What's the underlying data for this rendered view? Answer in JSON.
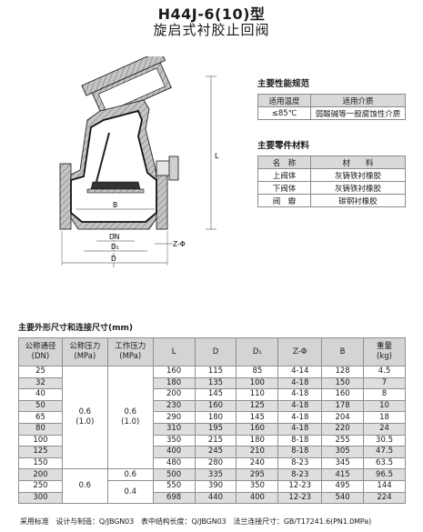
{
  "title": {
    "model": "H44J-6(10)型",
    "name": "旋启式衬胶止回阀"
  },
  "drawing": {
    "label_L": "L",
    "label_B": "B",
    "label_DN": "DN",
    "label_D1": "D₁",
    "label_D": "D",
    "label_ZPhi": "Z-Φ"
  },
  "performance": {
    "heading": "主要性能规范",
    "headers": [
      "适用温度",
      "适用介质"
    ],
    "row": [
      "≤85℃",
      "弱酸碱等一般腐蚀性介质"
    ]
  },
  "parts": {
    "heading": "主要零件材料",
    "headers": [
      "名　称",
      "材　　料"
    ],
    "rows": [
      [
        "上阀体",
        "灰铸铁衬橡胶"
      ],
      [
        "下阀体",
        "灰铸铁衬橡胶"
      ],
      [
        "阀　瓣",
        "碳钢衬橡胶"
      ]
    ]
  },
  "dimensions": {
    "heading": "主要外形尺寸和连接尺寸(mm)",
    "headers": {
      "dn": [
        "公称通径",
        "(DN)"
      ],
      "pn": [
        "公称压力",
        "(MPa)"
      ],
      "wp": [
        "工作压力",
        "(MPa)"
      ],
      "L": "L",
      "D": "D",
      "D1": "D₁",
      "Z": "Z-Φ",
      "B": "B",
      "weight": [
        "重量",
        "(kg)"
      ]
    },
    "pressure_groups": {
      "pn_a": [
        "0.6",
        "(1.0)"
      ],
      "wp_a": [
        "0.6",
        "(1.0)"
      ],
      "pn_b": "0.6",
      "wp_b": "0.6",
      "wp_c": "0.4"
    },
    "rows": [
      [
        "25",
        "160",
        "115",
        "85",
        "4-14",
        "128",
        "4.5"
      ],
      [
        "32",
        "180",
        "135",
        "100",
        "4-18",
        "150",
        "7"
      ],
      [
        "40",
        "200",
        "145",
        "110",
        "4-18",
        "160",
        "8"
      ],
      [
        "50",
        "230",
        "160",
        "125",
        "4-18",
        "178",
        "10"
      ],
      [
        "65",
        "290",
        "180",
        "145",
        "4-18",
        "204",
        "18"
      ],
      [
        "80",
        "310",
        "195",
        "160",
        "4-18",
        "220",
        "24"
      ],
      [
        "100",
        "350",
        "215",
        "180",
        "8-18",
        "255",
        "30.5"
      ],
      [
        "125",
        "400",
        "245",
        "210",
        "8-18",
        "305",
        "47.5"
      ],
      [
        "150",
        "480",
        "280",
        "240",
        "8-23",
        "345",
        "63.5"
      ],
      [
        "200",
        "500",
        "335",
        "295",
        "8-23",
        "415",
        "96.5"
      ],
      [
        "250",
        "550",
        "390",
        "350",
        "12-23",
        "495",
        "144"
      ],
      [
        "300",
        "698",
        "440",
        "400",
        "12-23",
        "540",
        "224"
      ]
    ]
  },
  "footer": "采用标准　设计与制造：Q/JBGN03　表中结构长度：Q/JBGN03　法兰连接尺寸：GB/T17241.6(PN1.0MPa)",
  "colors": {
    "body_fill": "#b8b8b8",
    "lining": "#222222",
    "header_bg": "#d4d4d4"
  }
}
